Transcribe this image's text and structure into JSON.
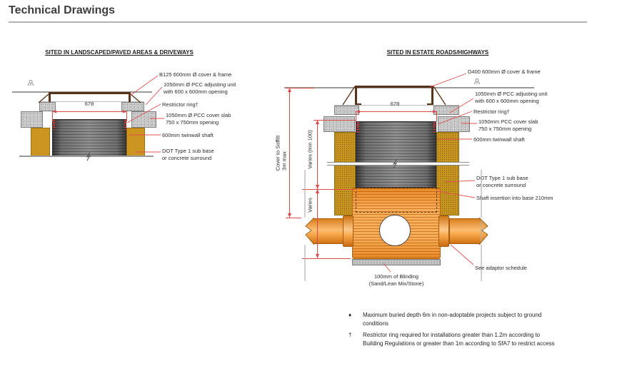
{
  "page": {
    "title": "Technical Drawings"
  },
  "left_diagram": {
    "heading": "SITED IN LANDSCAPED/PAVED AREAS & DRIVEWAYS",
    "opening_dimension": "678",
    "labels": {
      "cover": "B125 600mm Ø cover & frame",
      "adjusting1": "1050mm Ø PCC adjusting unit",
      "adjusting2": "with 600 x 600mm opening",
      "restrictor": "Restrictor ring†",
      "slab1": "1050mm Ø PCC cover slab",
      "slab2": "750 x 750mm opening",
      "shaft": "600mm twinwall shaft",
      "subbase1": "DOT Type 1 sub base",
      "subbase2": "or concrete surround"
    }
  },
  "right_diagram": {
    "heading": "SITED IN ESTATE ROADS/HIGHWAYS",
    "opening_dimension": "678",
    "dimensions": {
      "cover_to_soffit_line1": "Cover to Soffitt",
      "cover_to_soffit_line2": "3m max",
      "varies_min": "Varies (min 100)",
      "varies": "Varies"
    },
    "labels": {
      "cover": "D400 600mm Ø cover & frame",
      "adjusting1": "1050mm Ø PCC adjusting unit",
      "adjusting2": "with 600 x 600mm opening",
      "restrictor": "Restrictor ring†",
      "slab1": "1050mm PCC cover slab",
      "slab2": "750 x 750mm opening",
      "shaft": "600mm twinwall shaft",
      "subbase1": "DOT Type 1 sub base",
      "subbase2": "or concrete surround",
      "insertion": "Shaft insertion into base 210mm",
      "adaptor": "See adaptor schedule",
      "blinding1": "100mm of Blinding",
      "blinding2": "(Sand/Lean Mix/Stone)"
    }
  },
  "footnotes": {
    "bullet1": "♦",
    "note1_line1": "Maximum buried depth 6m in non-adoptable projects subject to ground",
    "note1_line2": "conditions",
    "bullet2": "†",
    "note2_line1": "Restrictor ring required for installations greater than 1.2m according to",
    "note2_line2": "Building Regulations or greater than 1m according to SfA7 to restrict access"
  },
  "colors": {
    "leader_red": "#e0504f",
    "dimension_red": "#d94b4b",
    "concrete_gray": "#cbcbcb",
    "subbase_mustard": "#c8961f",
    "shaft_gray": "#6e6e6e",
    "base_orange": "#f9ae58",
    "frame_brown": "#59321a",
    "line_gray": "#9a9a9a"
  }
}
